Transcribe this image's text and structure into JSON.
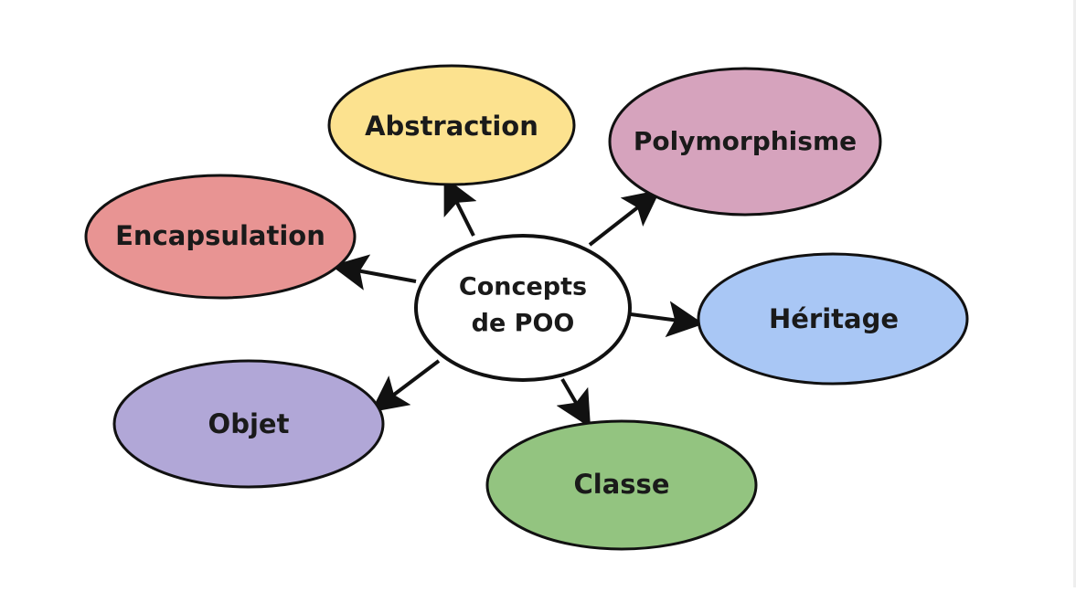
{
  "diagram": {
    "center": {
      "line1": "Concepts",
      "line2": "de POO",
      "color": "#ffffff"
    },
    "nodes": [
      {
        "id": "abstraction",
        "label": "Abstraction",
        "color": "#fce28f"
      },
      {
        "id": "polymorphisme",
        "label": "Polymorphisme",
        "color": "#d6a3bd"
      },
      {
        "id": "encapsulation",
        "label": "Encapsulation",
        "color": "#e89493"
      },
      {
        "id": "heritage",
        "label": "Héritage",
        "color": "#a9c7f5"
      },
      {
        "id": "objet",
        "label": "Objet",
        "color": "#b1a7d7"
      },
      {
        "id": "classe",
        "label": "Classe",
        "color": "#93c480"
      }
    ],
    "outline_color": "#111111"
  }
}
